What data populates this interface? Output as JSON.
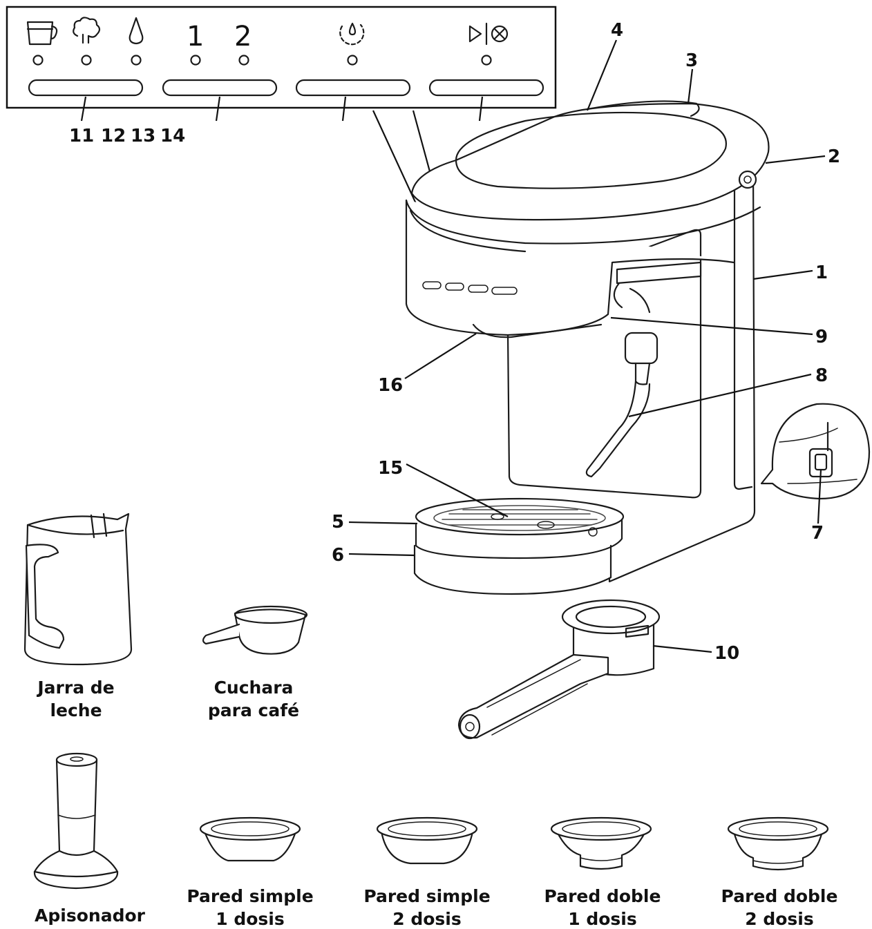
{
  "control_panel": {
    "group1_icons": [
      "cup-icon",
      "steam-icon",
      "water-drop-icon"
    ],
    "dose_labels": [
      "1",
      "2"
    ],
    "clean_icon": "descale-cycle-icon",
    "start_stop_icon": "play-stop-icon",
    "callouts": [
      "11",
      "12",
      "13",
      "14"
    ]
  },
  "callouts": {
    "c1": "1",
    "c2": "2",
    "c3": "3",
    "c4": "4",
    "c5": "5",
    "c6": "6",
    "c7": "7",
    "c8": "8",
    "c9": "9",
    "c10": "10",
    "c15": "15",
    "c16": "16"
  },
  "accessories": {
    "milk_jug": [
      "Jarra de",
      "leche"
    ],
    "coffee_scoop": [
      "Cuchara",
      "para café"
    ],
    "tamper": [
      "Apisonador"
    ],
    "basket_single_1": [
      "Pared simple",
      "1 dosis"
    ],
    "basket_single_2": [
      "Pared simple",
      "2 dosis"
    ],
    "basket_double_1": [
      "Pared doble",
      "1 dosis"
    ],
    "basket_double_2": [
      "Pared doble",
      "2 dosis"
    ]
  }
}
